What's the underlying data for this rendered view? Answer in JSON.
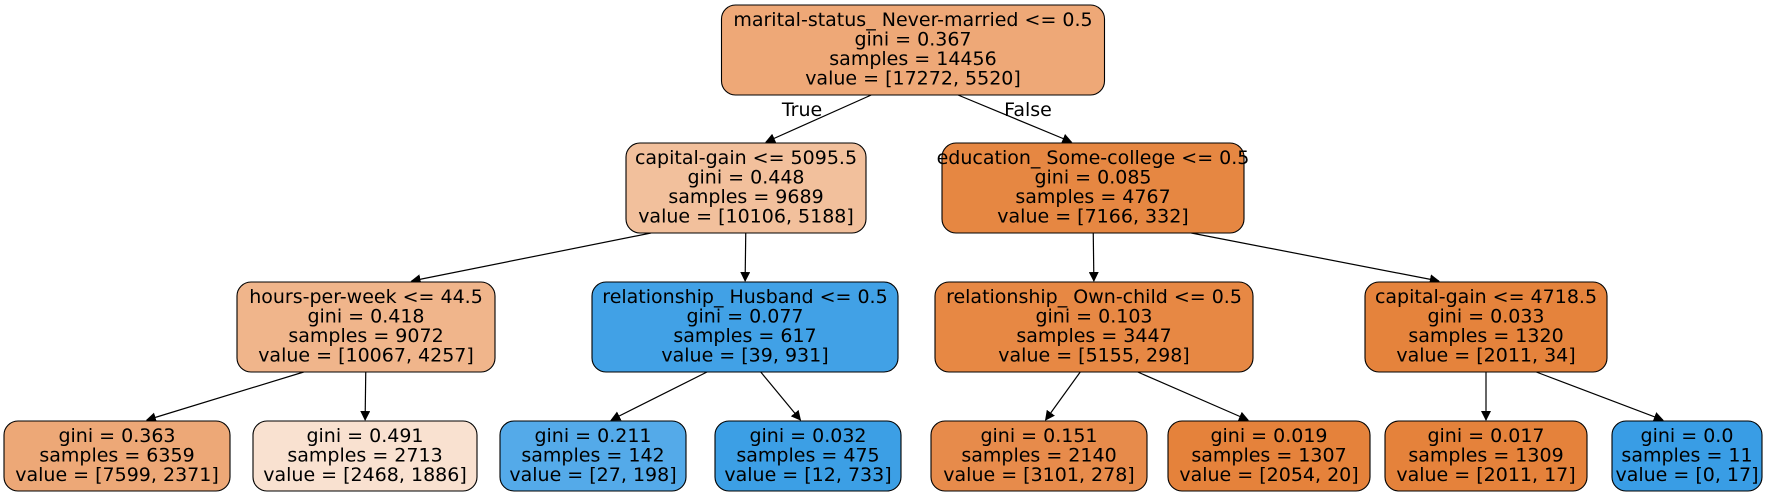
{
  "nodes": [
    {
      "id": "n0",
      "lines": [
        "marital-status_ Never-married <= 0.5",
        "gini = 0.367",
        "samples = 14456",
        "value = [17272, 5520]"
      ],
      "fill": "#eea877"
    },
    {
      "id": "n1",
      "lines": [
        "capital-gain <= 5095.5",
        "gini = 0.448",
        "samples = 9689",
        "value = [10106, 5188]"
      ],
      "fill": "#f2c09c"
    },
    {
      "id": "n2",
      "lines": [
        "education_ Some-college <= 0.5",
        "gini = 0.085",
        "samples = 4767",
        "value = [7166, 332]"
      ],
      "fill": "#e68742"
    },
    {
      "id": "n3",
      "lines": [
        "hours-per-week <= 44.5",
        "gini = 0.418",
        "samples = 9072",
        "value = [10067, 4257]"
      ],
      "fill": "#f0b58b"
    },
    {
      "id": "n4",
      "lines": [
        "relationship_ Husband <= 0.5",
        "gini = 0.077",
        "samples = 617",
        "value = [39, 931]"
      ],
      "fill": "#41a1e6"
    },
    {
      "id": "n5",
      "lines": [
        "relationship_ Own-child <= 0.5",
        "gini = 0.103",
        "samples = 3447",
        "value = [5155, 298]"
      ],
      "fill": "#e78844"
    },
    {
      "id": "n6",
      "lines": [
        "capital-gain <= 4718.5",
        "gini = 0.033",
        "samples = 1320",
        "value = [2011, 34]"
      ],
      "fill": "#e5833c"
    },
    {
      "id": "n7",
      "lines": [
        "gini = 0.363",
        "samples = 6359",
        "value = [7599, 2371]"
      ],
      "fill": "#eda877"
    },
    {
      "id": "n8",
      "lines": [
        "gini = 0.491",
        "samples = 2713",
        "value = [2468, 1886]"
      ],
      "fill": "#f9e1d0"
    },
    {
      "id": "n9",
      "lines": [
        "gini = 0.211",
        "samples = 142",
        "value = [27, 198]"
      ],
      "fill": "#54aae9"
    },
    {
      "id": "n10",
      "lines": [
        "gini = 0.032",
        "samples = 475",
        "value = [12, 733]"
      ],
      "fill": "#3c9fe5"
    },
    {
      "id": "n11",
      "lines": [
        "gini = 0.151",
        "samples = 2140",
        "value = [3101, 278]"
      ],
      "fill": "#e78b4b"
    },
    {
      "id": "n12",
      "lines": [
        "gini = 0.019",
        "samples = 1307",
        "value = [2054, 20]"
      ],
      "fill": "#e5823b"
    },
    {
      "id": "n13",
      "lines": [
        "gini = 0.017",
        "samples = 1309",
        "value = [2011, 17]"
      ],
      "fill": "#e5823b"
    },
    {
      "id": "n14",
      "lines": [
        "gini = 0.0",
        "samples = 11",
        "value = [0, 17]"
      ],
      "fill": "#399de5"
    }
  ],
  "edges": [
    {
      "from": "n0",
      "to": "n1",
      "label": "True"
    },
    {
      "from": "n0",
      "to": "n2",
      "label": "False"
    },
    {
      "from": "n1",
      "to": "n3",
      "label": ""
    },
    {
      "from": "n1",
      "to": "n4",
      "label": ""
    },
    {
      "from": "n2",
      "to": "n5",
      "label": ""
    },
    {
      "from": "n2",
      "to": "n6",
      "label": ""
    },
    {
      "from": "n3",
      "to": "n7",
      "label": ""
    },
    {
      "from": "n3",
      "to": "n8",
      "label": ""
    },
    {
      "from": "n4",
      "to": "n9",
      "label": ""
    },
    {
      "from": "n4",
      "to": "n10",
      "label": ""
    },
    {
      "from": "n5",
      "to": "n11",
      "label": ""
    },
    {
      "from": "n5",
      "to": "n12",
      "label": ""
    },
    {
      "from": "n6",
      "to": "n13",
      "label": ""
    },
    {
      "from": "n6",
      "to": "n14",
      "label": ""
    }
  ]
}
